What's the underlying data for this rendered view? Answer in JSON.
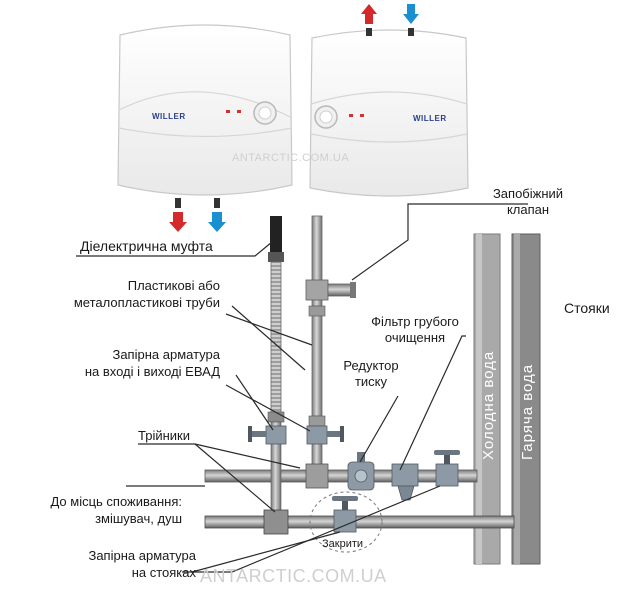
{
  "heaters": [
    {
      "brand": "WILLER",
      "view": "bottom-connection"
    },
    {
      "brand": "WILLER",
      "view": "top-connection"
    }
  ],
  "watermarks": {
    "top": "ANTARCTIC.COM.UA",
    "bottom": "ANTARCTIC.COM.UA"
  },
  "labels": {
    "dielectric_coupling": "Діелектрична муфта",
    "safety_valve_line1": "Запобіжний",
    "safety_valve_line2": "клапан",
    "pipes_line1": "Пластикові або",
    "pipes_line2": "металопластикові труби",
    "risers": "Стояки",
    "filter_line1": "Фільтр грубого",
    "filter_line2": "очищення",
    "shutoff_heater_line1": "Запірна арматура",
    "shutoff_heater_line2": "на вході і виході ЕВАД",
    "reducer_line1": "Редуктор",
    "reducer_line2": "тиску",
    "tees": "Трійники",
    "consumers_line1": "До місць споживання:",
    "consumers_line2": "змішувач, душ",
    "closed": "Закрити",
    "shutoff_risers_line1": "Запірна арматура",
    "shutoff_risers_line2": "на стояках"
  },
  "risers": {
    "cold": "Холодна вода",
    "hot": "Гаряча вода"
  },
  "colors": {
    "hot_arrow": "#d42a2a",
    "cold_arrow": "#1a8fd1",
    "pipe_gray": "#9a9a9a",
    "pipe_dark": "#555555",
    "riser_cold": "#a9a9a9",
    "riser_hot": "#8a8a8a",
    "valve_steel": "#8d9aa6",
    "heater_body": "#f7f7f7"
  }
}
